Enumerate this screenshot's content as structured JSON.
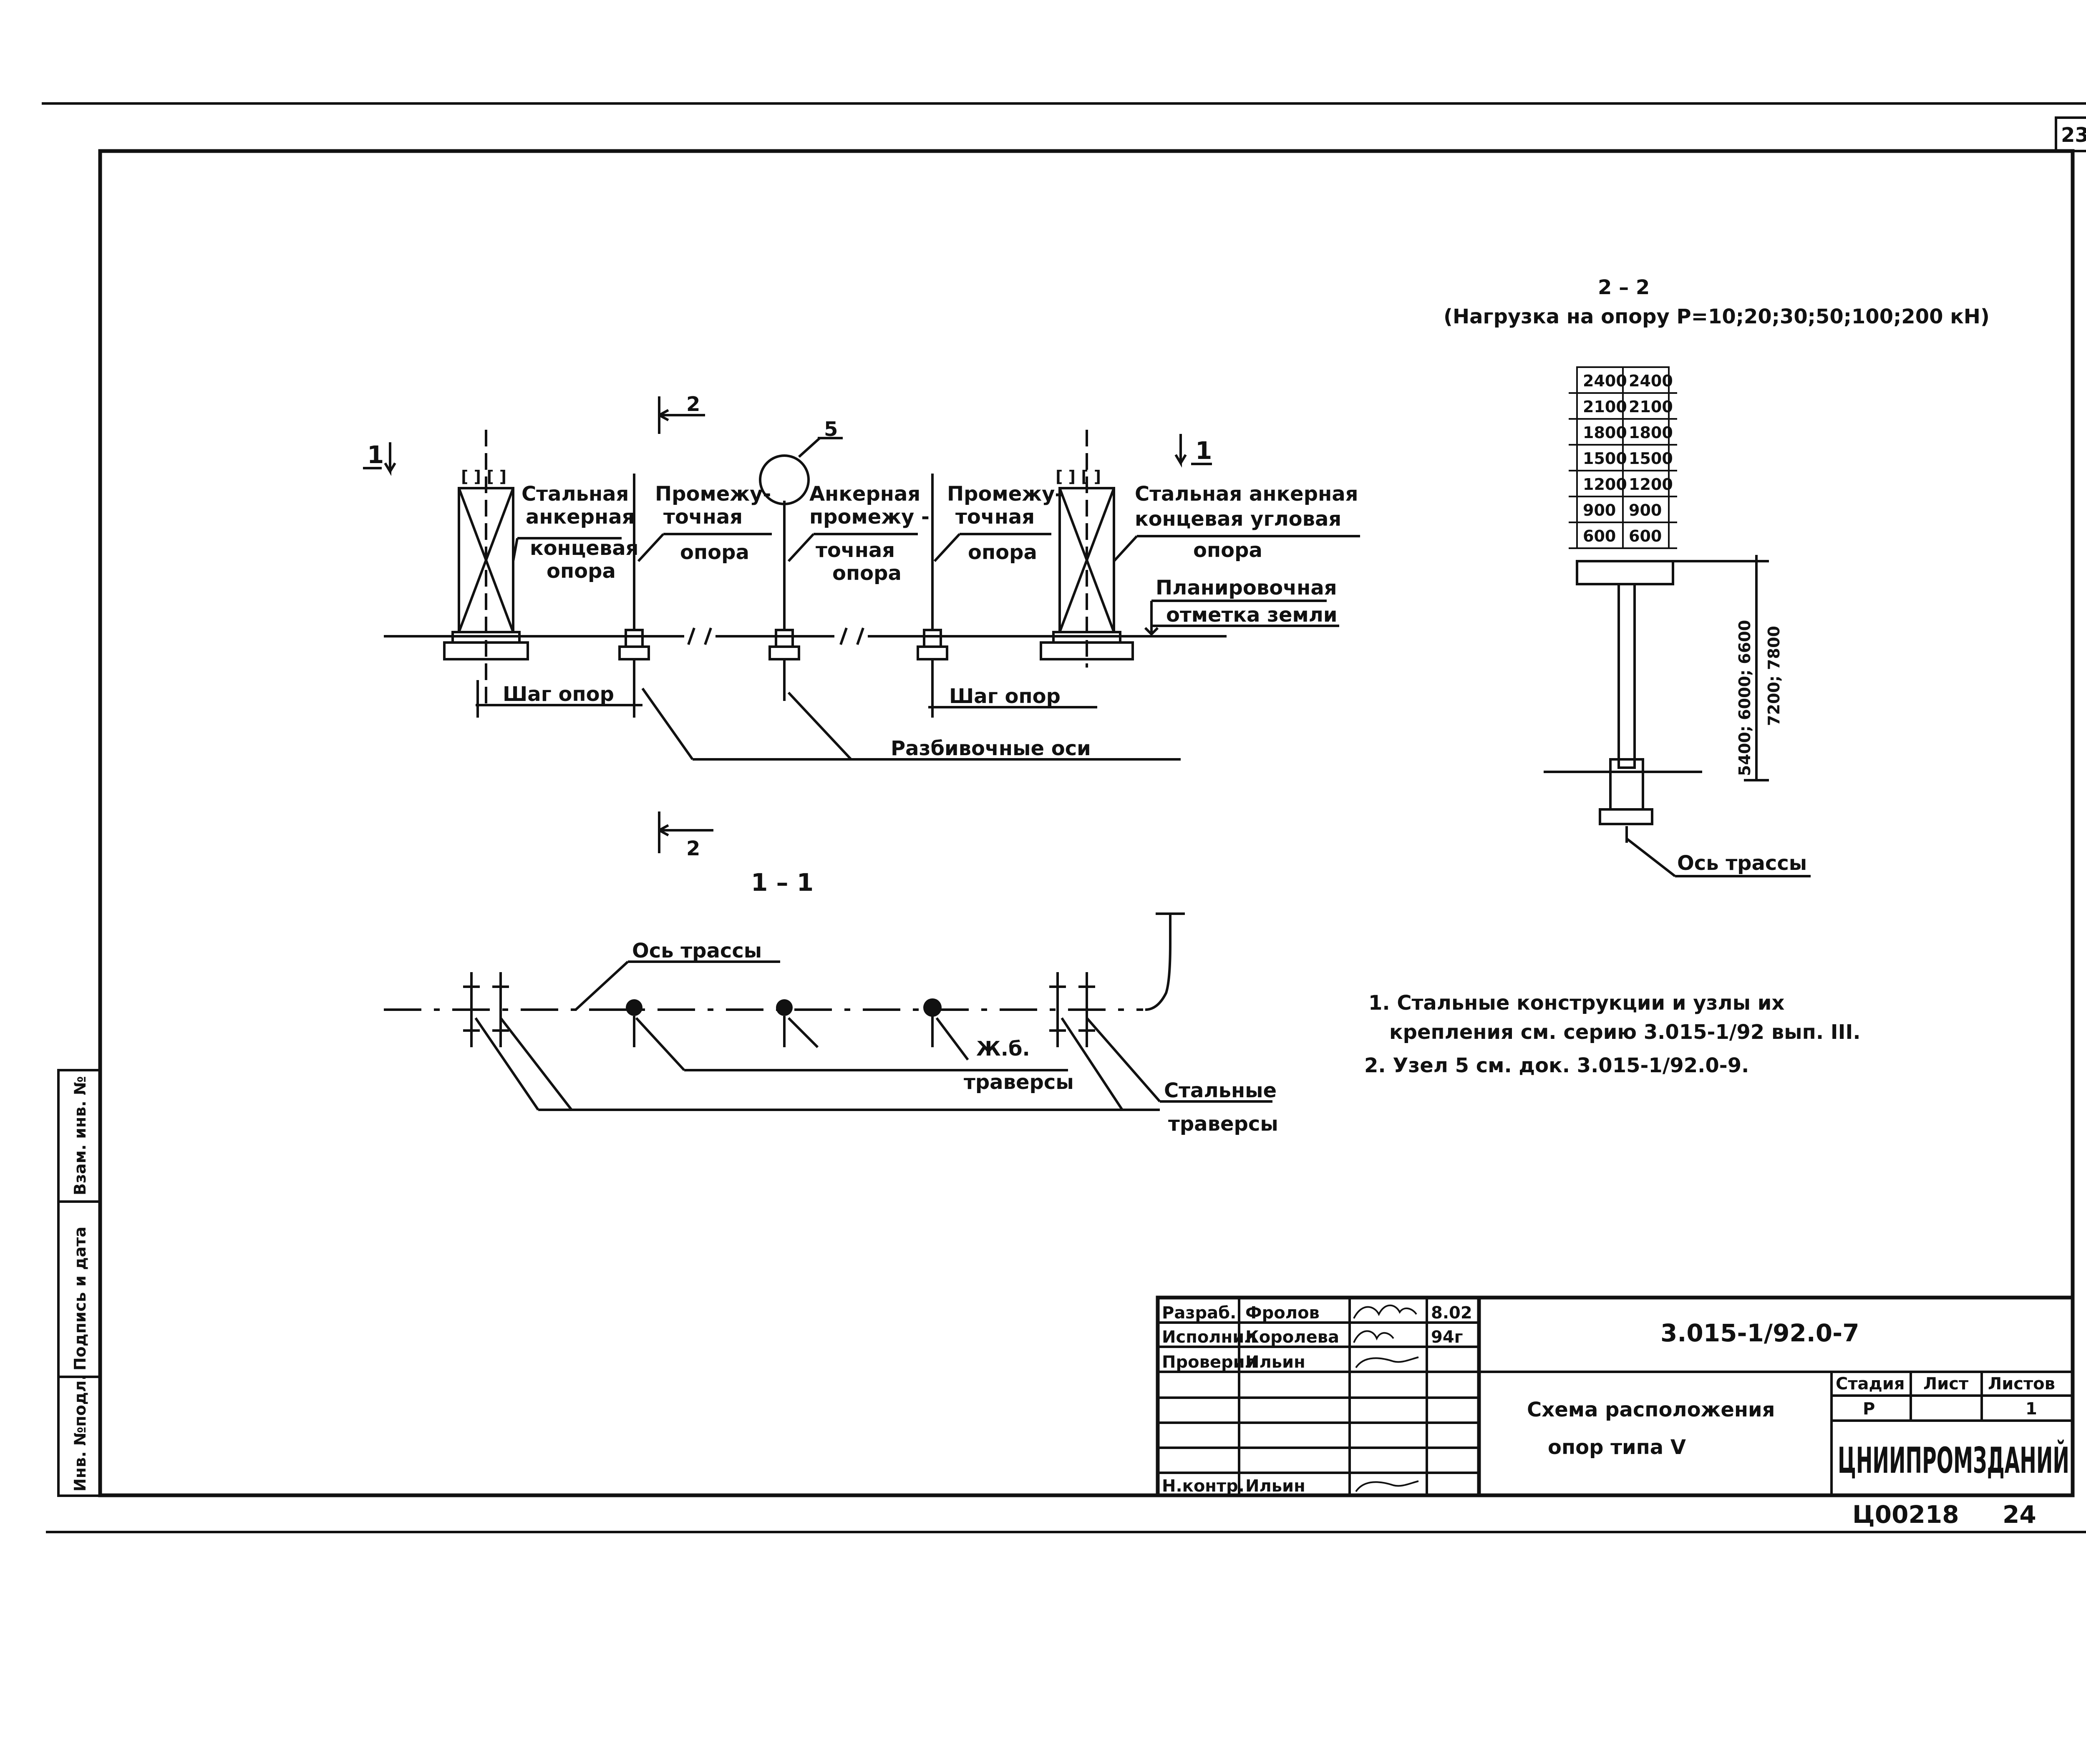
{
  "sheet_number": "23",
  "section_22": {
    "title": "2 – 2",
    "load_note": "(Нагрузка на опору P=10;20;30;50;100;200 кН)",
    "stack_rows": [
      [
        "2400",
        "2400"
      ],
      [
        "2100",
        "2100"
      ],
      [
        "1800",
        "1800"
      ],
      [
        "1500",
        "1500"
      ],
      [
        "1200",
        "1200"
      ],
      [
        "900",
        "900"
      ],
      [
        "600",
        "600"
      ]
    ],
    "height_label": "5400; 6000; 6600",
    "height_label_2": "7200; 7800",
    "axis_label": "Ось трассы"
  },
  "elevation": {
    "section_mark_left": "1",
    "section_mark_right": "1",
    "cut_mark_top": "2",
    "cut_mark_bottom": "2",
    "node_mark": "5",
    "labels": {
      "steel_anchor_1": "Стальная",
      "steel_anchor_2": "анкерная",
      "steel_anchor_3": "концевая",
      "steel_anchor_4": "опора",
      "intermediate_1": "Промежу-",
      "intermediate_2": "точная",
      "intermediate_3": "опора",
      "anchor_int_1": "Анкерная",
      "anchor_int_2": "промежу -",
      "anchor_int_3": "точная",
      "anchor_int_4": "опора",
      "intermediate_b_1": "Промежу-",
      "intermediate_b_2": "точная",
      "intermediate_b_3": "опора",
      "steel_corner_1": "Стальная анкерная",
      "steel_corner_2": "концевая угловая",
      "steel_corner_3": "опора",
      "grade_1": "Планировочная",
      "grade_2": "отметка земли",
      "step_left": "Шаг опор",
      "step_right": "Шаг опор",
      "layout_axes": "Разбивочные оси"
    }
  },
  "plan_11": {
    "title": "1 – 1",
    "axis_label": "Ось трассы",
    "rc_traverses_1": "Ж.б.",
    "rc_traverses_2": "траверсы",
    "steel_traverses_1": "Стальные",
    "steel_traverses_2": "траверсы"
  },
  "notes": {
    "note1_line1": "1. Стальные конструкции и узлы их",
    "note1_line2": "крепления см. серию 3.015-1/92 вып. III.",
    "note2": "2. Узел 5 см. док. 3.015-1/92.0-9."
  },
  "side_stamp": {
    "inv_no": "Инв. №подл.",
    "signature_date": "Подпись и дата",
    "replace_inv": "Взам. инв. №"
  },
  "title_block": {
    "code": "3.015-1/92.0-7",
    "rows": [
      {
        "role": "Разраб.",
        "name": "Фролов",
        "date": "8.02"
      },
      {
        "role": "Исполнил",
        "name": "Королева",
        "date": "94г"
      },
      {
        "role": "Проверил",
        "name": "Ильин",
        "date": ""
      },
      {
        "role": "Н.контр.",
        "name": "Ильин",
        "date": ""
      }
    ],
    "drawing_title_1": "Схема расположения",
    "drawing_title_2": "опор типа V",
    "stage_header": "Стадия",
    "sheet_header": "Лист",
    "sheets_header": "Листов",
    "stage_value": "Р",
    "sheets_value": "1",
    "organization": "ЦНИИПРОМЗДАНИЙ",
    "archive_no": "Ц00218",
    "archive_page": "24"
  }
}
